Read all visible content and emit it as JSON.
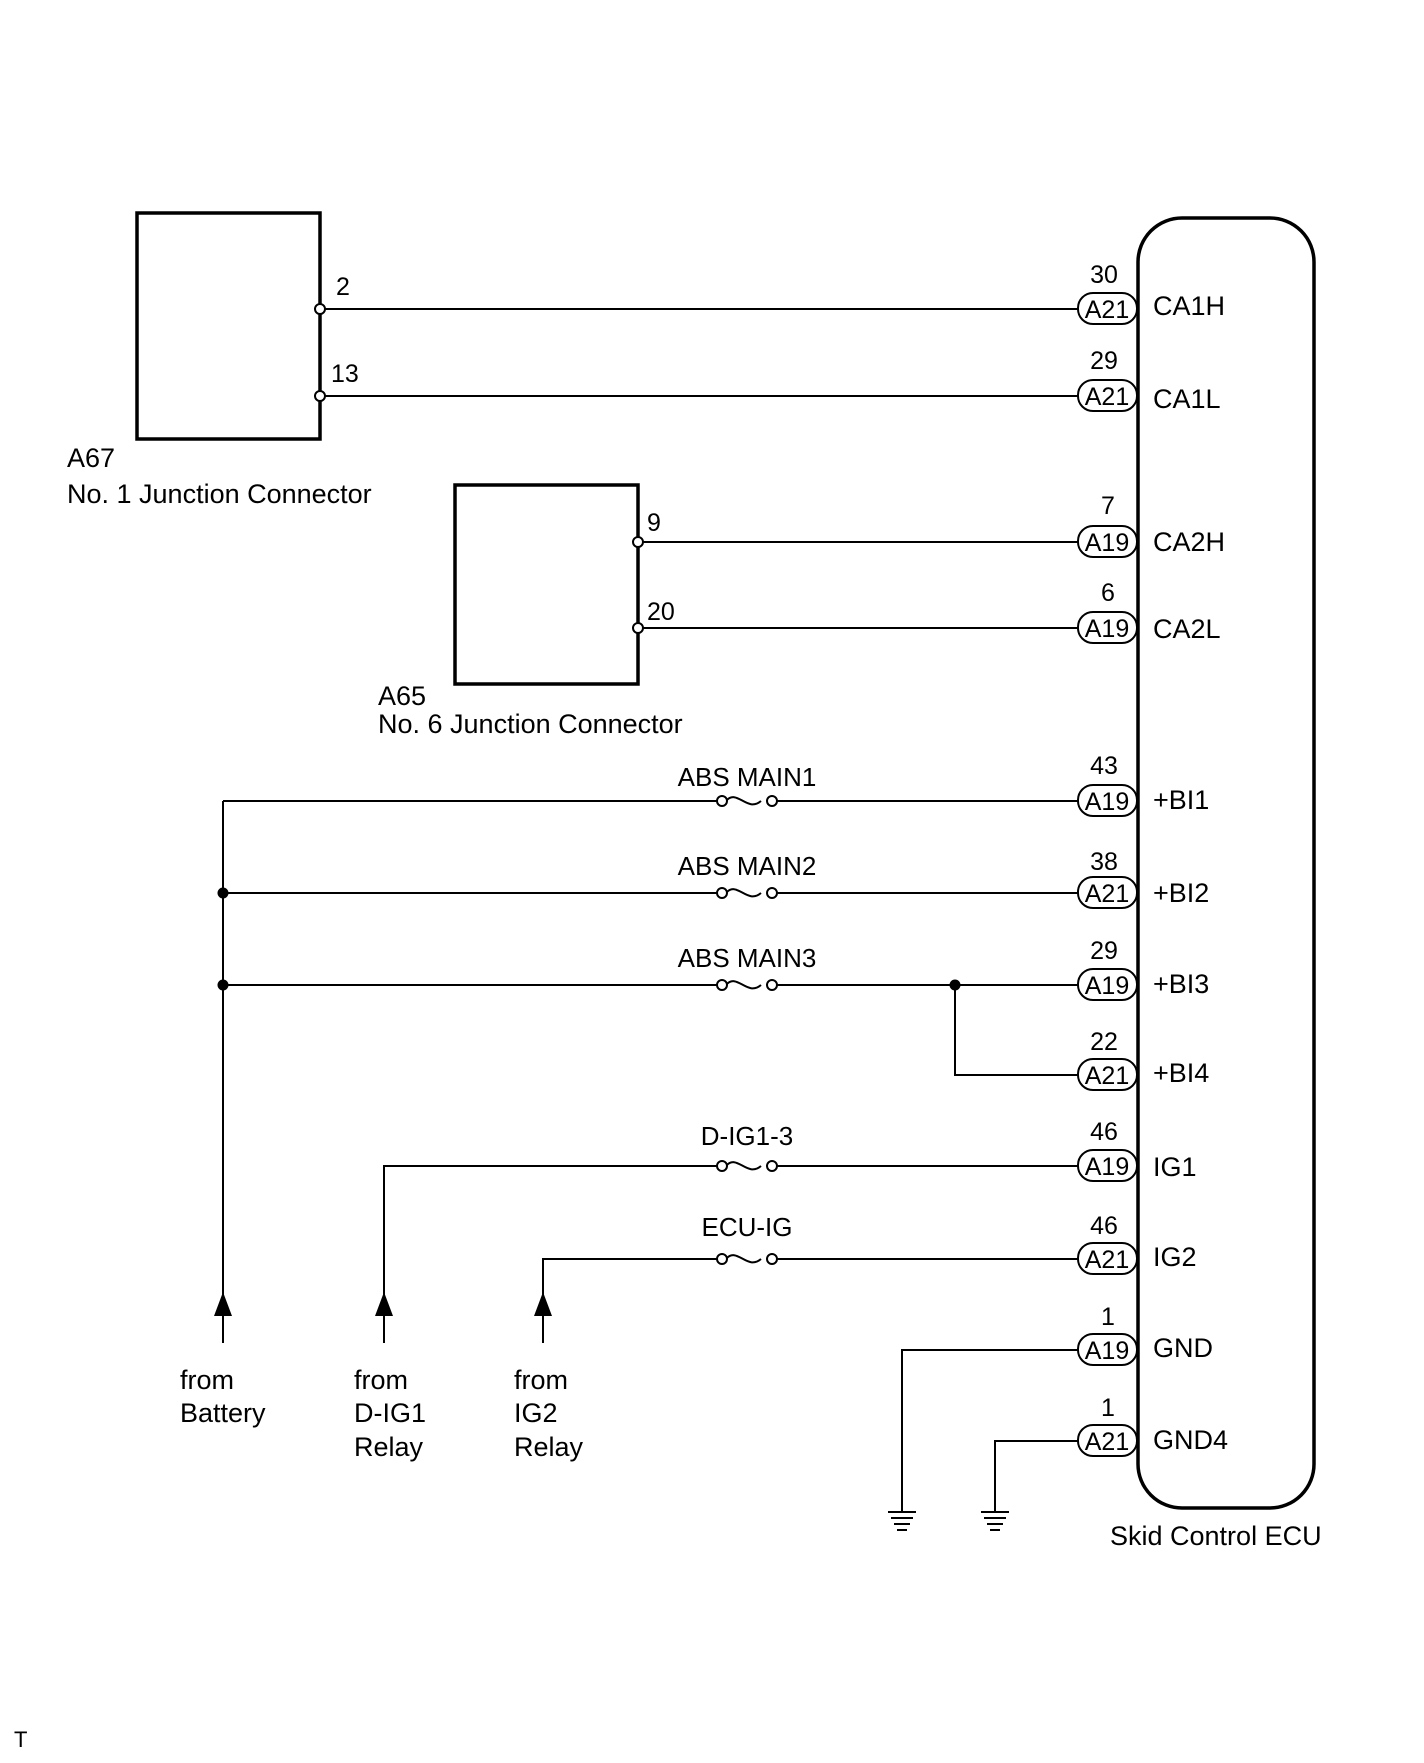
{
  "junction_a67": {
    "code": "A67",
    "name": "No. 1 Junction Connector",
    "pins": [
      "2",
      "13"
    ]
  },
  "junction_a65": {
    "code": "A65",
    "name": "No. 6 Junction Connector",
    "pins": [
      "9",
      "20"
    ]
  },
  "ecu": {
    "name": "Skid Control ECU",
    "terminals": [
      {
        "pin": "30",
        "conn": "A21",
        "signal": "CA1H"
      },
      {
        "pin": "29",
        "conn": "A21",
        "signal": "CA1L"
      },
      {
        "pin": "7",
        "conn": "A19",
        "signal": "CA2H"
      },
      {
        "pin": "6",
        "conn": "A19",
        "signal": "CA2L"
      },
      {
        "pin": "43",
        "conn": "A19",
        "signal": "+BI1"
      },
      {
        "pin": "38",
        "conn": "A21",
        "signal": "+BI2"
      },
      {
        "pin": "29",
        "conn": "A19",
        "signal": "+BI3"
      },
      {
        "pin": "22",
        "conn": "A21",
        "signal": "+BI4"
      },
      {
        "pin": "46",
        "conn": "A19",
        "signal": "IG1"
      },
      {
        "pin": "46",
        "conn": "A21",
        "signal": "IG2"
      },
      {
        "pin": "1",
        "conn": "A19",
        "signal": "GND"
      },
      {
        "pin": "1",
        "conn": "A21",
        "signal": "GND4"
      }
    ]
  },
  "fuses": [
    "ABS MAIN1",
    "ABS MAIN2",
    "ABS MAIN3",
    "D-IG1-3",
    "ECU-IG"
  ],
  "sources": [
    {
      "lines": [
        "from",
        "Battery"
      ]
    },
    {
      "lines": [
        "from",
        "D-IG1",
        "Relay"
      ]
    },
    {
      "lines": [
        "from",
        "IG2",
        "Relay"
      ]
    }
  ],
  "corner_mark": "T"
}
